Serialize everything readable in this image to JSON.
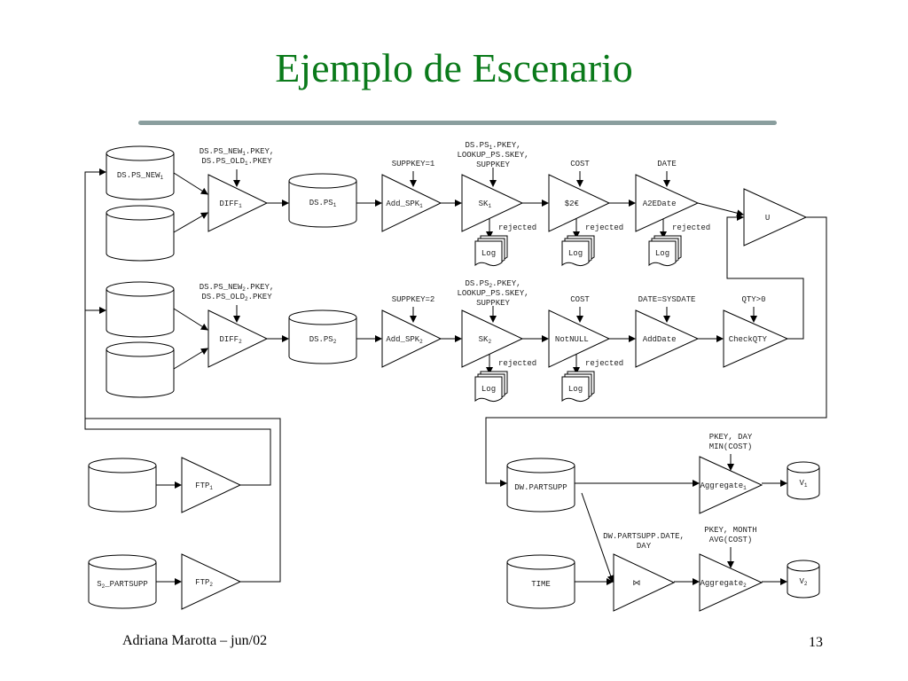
{
  "title": "Ejemplo de Escenario",
  "footer": {
    "author": "Adriana Marotta – jun/02",
    "page": "13"
  },
  "colors": {
    "title": "#0a7a1a",
    "rule": "#8a9e9e"
  },
  "datastores": [
    {
      "id": "ds_ps_new1",
      "label": "DS.PS_NEW",
      "sub": "1"
    },
    {
      "id": "ds_ps_old1",
      "label": "",
      "sub": ""
    },
    {
      "id": "ds_ps1",
      "label": "DS.PS",
      "sub": "1"
    },
    {
      "id": "ds_ps_new2",
      "label": "",
      "sub": ""
    },
    {
      "id": "ds_ps_old2",
      "label": "",
      "sub": ""
    },
    {
      "id": "ds_ps2",
      "label": "DS.PS",
      "sub": "2"
    },
    {
      "id": "s1_partsupp",
      "label": "",
      "sub": ""
    },
    {
      "id": "s2_partsupp",
      "label": "S",
      "sub": "2",
      "label2": "_PARTSUPP"
    },
    {
      "id": "dw_partsupp",
      "label": "DW.PARTSUPP",
      "sub": ""
    },
    {
      "id": "time",
      "label": "TIME",
      "sub": ""
    },
    {
      "id": "v1",
      "label": "V",
      "sub": "1"
    },
    {
      "id": "v2",
      "label": "V",
      "sub": "2"
    }
  ],
  "activities": [
    {
      "id": "diff1",
      "label": "DIFF",
      "sub": "1"
    },
    {
      "id": "add_spk1",
      "label": "Add_SPK",
      "sub": "1"
    },
    {
      "id": "sk1",
      "label": "SK",
      "sub": "1"
    },
    {
      "id": "d2e",
      "label": "$2€",
      "sub": ""
    },
    {
      "id": "a2edate",
      "label": "A2EDate",
      "sub": ""
    },
    {
      "id": "union",
      "label": "U",
      "sub": ""
    },
    {
      "id": "diff2",
      "label": "DIFF",
      "sub": "2"
    },
    {
      "id": "add_spk2",
      "label": "Add_SPK",
      "sub": "2"
    },
    {
      "id": "sk2",
      "label": "SK",
      "sub": "2"
    },
    {
      "id": "notnull",
      "label": "NotNULL",
      "sub": ""
    },
    {
      "id": "adddate",
      "label": "AddDate",
      "sub": ""
    },
    {
      "id": "checkqty",
      "label": "CheckQTY",
      "sub": ""
    },
    {
      "id": "ftp1",
      "label": "FTP",
      "sub": "1"
    },
    {
      "id": "ftp2",
      "label": "FTP",
      "sub": "2"
    },
    {
      "id": "join",
      "label": "⋈",
      "sub": ""
    },
    {
      "id": "agg1",
      "label": "Aggregate",
      "sub": "1"
    },
    {
      "id": "agg2",
      "label": "Aggregate",
      "sub": "2"
    }
  ],
  "logs": [
    {
      "id": "log1",
      "label": "Log"
    },
    {
      "id": "log2",
      "label": "Log"
    },
    {
      "id": "log3",
      "label": "Log"
    },
    {
      "id": "log4",
      "label": "Log"
    },
    {
      "id": "log5",
      "label": "Log"
    }
  ],
  "annotations": [
    {
      "id": "a_diff1",
      "lines": [
        {
          "t": "DS.PS_NEW",
          "s": "1",
          "t2": ".PKEY,"
        },
        {
          "t": "DS.PS_OLD",
          "s": "1",
          "t2": ".PKEY"
        }
      ]
    },
    {
      "id": "a_spk1",
      "lines": [
        {
          "t": "SUPPKEY=1",
          "s": "",
          "t2": ""
        }
      ]
    },
    {
      "id": "a_sk1",
      "lines": [
        {
          "t": "DS.PS",
          "s": "1",
          "t2": ".PKEY,"
        },
        {
          "t": "LOOKUP_PS.SKEY,",
          "s": "",
          "t2": ""
        },
        {
          "t": "SUPPKEY",
          "s": "",
          "t2": ""
        }
      ]
    },
    {
      "id": "a_cost1",
      "lines": [
        {
          "t": "COST",
          "s": "",
          "t2": ""
        }
      ]
    },
    {
      "id": "a_date1",
      "lines": [
        {
          "t": "DATE",
          "s": "",
          "t2": ""
        }
      ]
    },
    {
      "id": "a_diff2",
      "lines": [
        {
          "t": "DS.PS_NEW",
          "s": "2",
          "t2": ".PKEY,"
        },
        {
          "t": "DS.PS_OLD",
          "s": "2",
          "t2": ".PKEY"
        }
      ]
    },
    {
      "id": "a_spk2",
      "lines": [
        {
          "t": "SUPPKEY=2",
          "s": "",
          "t2": ""
        }
      ]
    },
    {
      "id": "a_sk2",
      "lines": [
        {
          "t": "DS.PS",
          "s": "2",
          "t2": ".PKEY,"
        },
        {
          "t": "LOOKUP_PS.SKEY,",
          "s": "",
          "t2": ""
        },
        {
          "t": "SUPPKEY",
          "s": "",
          "t2": ""
        }
      ]
    },
    {
      "id": "a_cost2",
      "lines": [
        {
          "t": "COST",
          "s": "",
          "t2": ""
        }
      ]
    },
    {
      "id": "a_date2",
      "lines": [
        {
          "t": "DATE=SYSDATE",
          "s": "",
          "t2": ""
        }
      ]
    },
    {
      "id": "a_qty",
      "lines": [
        {
          "t": "QTY>0",
          "s": "",
          "t2": ""
        }
      ]
    },
    {
      "id": "a_agg1",
      "lines": [
        {
          "t": "PKEY, DAY",
          "s": "",
          "t2": ""
        },
        {
          "t": "MIN(COST)",
          "s": "",
          "t2": ""
        }
      ]
    },
    {
      "id": "a_agg2",
      "lines": [
        {
          "t": "PKEY, MONTH",
          "s": "",
          "t2": ""
        },
        {
          "t": "AVG(COST)",
          "s": "",
          "t2": ""
        }
      ]
    },
    {
      "id": "a_join",
      "lines": [
        {
          "t": "DW.PARTSUPP.DATE,",
          "s": "",
          "t2": ""
        },
        {
          "t": "DAY",
          "s": "",
          "t2": ""
        }
      ]
    }
  ],
  "rejected_label": "rejected"
}
